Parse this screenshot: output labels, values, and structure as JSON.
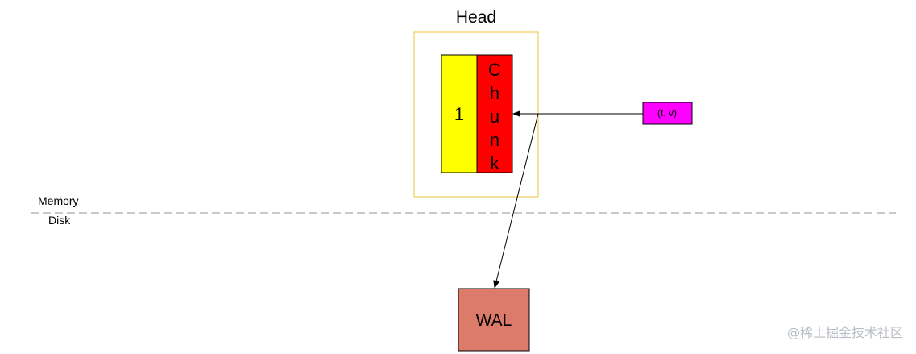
{
  "diagram": {
    "head_label": "Head",
    "series_id_label": "1",
    "chunk_letters": [
      "C",
      "h",
      "u",
      "n",
      "k"
    ],
    "sample_label": "(t, v)",
    "memory_label": "Memory",
    "disk_label": "Disk",
    "wal_label": "WAL"
  },
  "watermark": "@稀土掘金技术社区",
  "colors": {
    "head_border": "#f2d77b",
    "series_fill": "#ffff00",
    "chunk_fill": "#ff0000",
    "sample_fill": "#ff00ff",
    "wal_fill": "#dd7b6b",
    "divider": "#b7b7b7",
    "line": "#000000"
  }
}
